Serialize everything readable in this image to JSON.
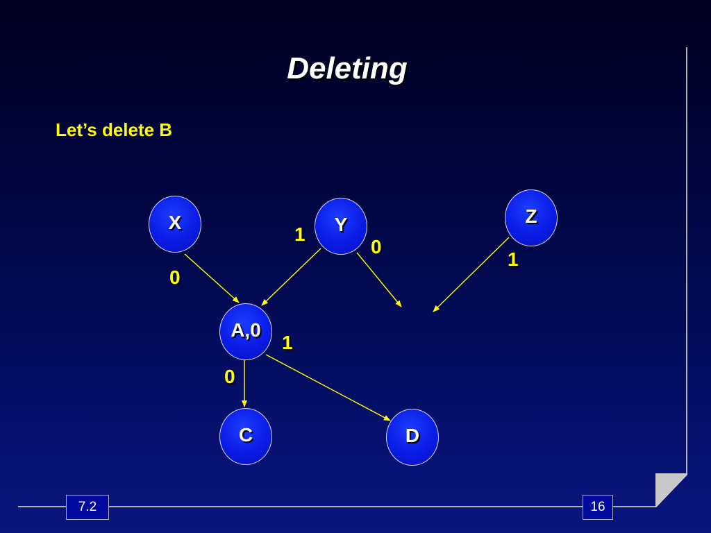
{
  "slide": {
    "title": "Deleting",
    "subtitle": "Let’s delete B",
    "footer_section": "7.2",
    "footer_page": "16"
  },
  "diagram": {
    "nodes": [
      {
        "id": "X",
        "label": "X"
      },
      {
        "id": "Y",
        "label": "Y"
      },
      {
        "id": "Z",
        "label": "Z"
      },
      {
        "id": "A",
        "label": "A,0"
      },
      {
        "id": "C",
        "label": "C"
      },
      {
        "id": "D",
        "label": "D"
      }
    ],
    "edges": [
      {
        "from": "X",
        "to": "A",
        "label": "0"
      },
      {
        "from": "Y",
        "to": "A",
        "label": "1"
      },
      {
        "from": "Y",
        "to": "",
        "label": "0"
      },
      {
        "from": "Z",
        "to": "",
        "label": "1"
      },
      {
        "from": "A",
        "to": "C",
        "label": "0"
      },
      {
        "from": "A",
        "to": "D",
        "label": "1"
      }
    ],
    "edge_color": "#ffff00",
    "node_color": "#0a1ce6"
  }
}
